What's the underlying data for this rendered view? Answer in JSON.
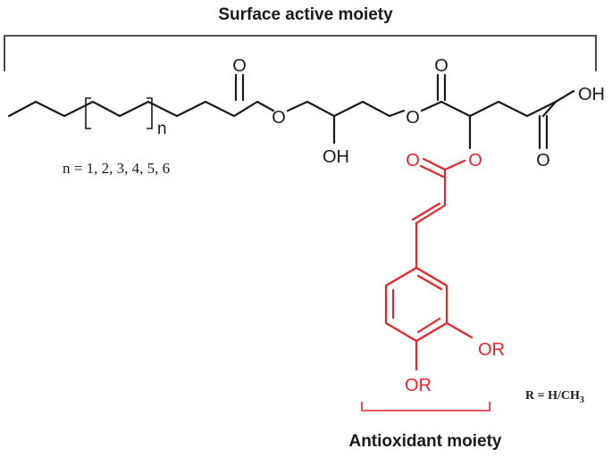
{
  "labels": {
    "surface_title": "Surface active moiety",
    "antioxidant_title": "Antioxidant moiety",
    "n_values": "n = 1, 2, 3, 4, 5, 6",
    "n_subscript": "n",
    "r_definition_prefix": "R = H/CH",
    "r_definition_subscript": "3"
  },
  "atoms": {
    "oxygen": "O",
    "hydroxyl": "OH",
    "ether_or": "OR"
  },
  "colors": {
    "backbone": "#1a1a1a",
    "antioxidant": "#e8242b"
  }
}
